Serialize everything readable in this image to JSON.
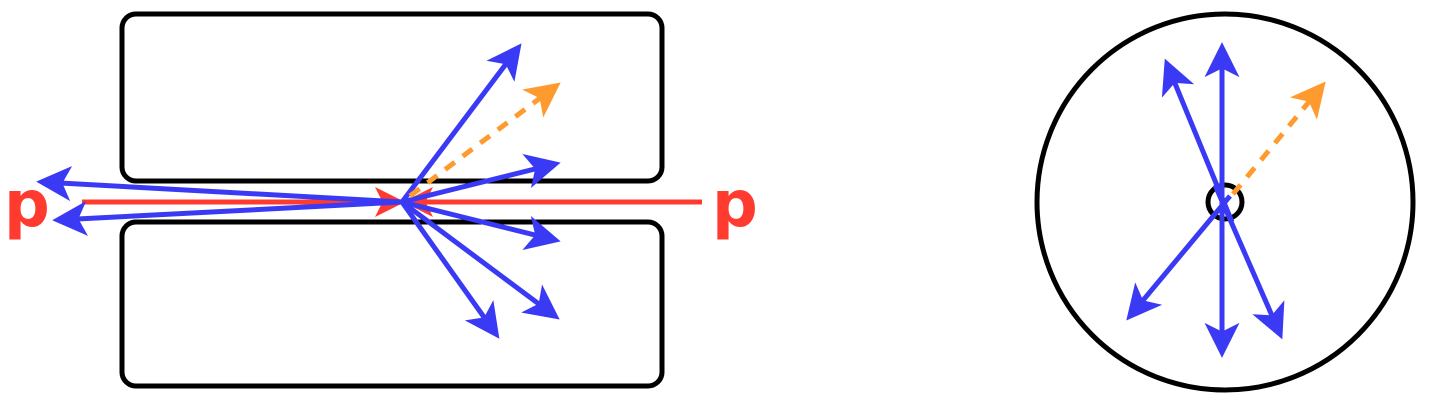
{
  "labels": {
    "proton_left": "p",
    "proton_right": "p"
  },
  "colors": {
    "detector_outline": "#000000",
    "beam": "#ff3b30",
    "particle": "#3a3af5",
    "missing_momentum": "#ff9a2e",
    "label": "#ff3b30"
  },
  "icons": {
    "particle_track": "solid-arrow",
    "missing_energy": "dashed-arrow"
  }
}
